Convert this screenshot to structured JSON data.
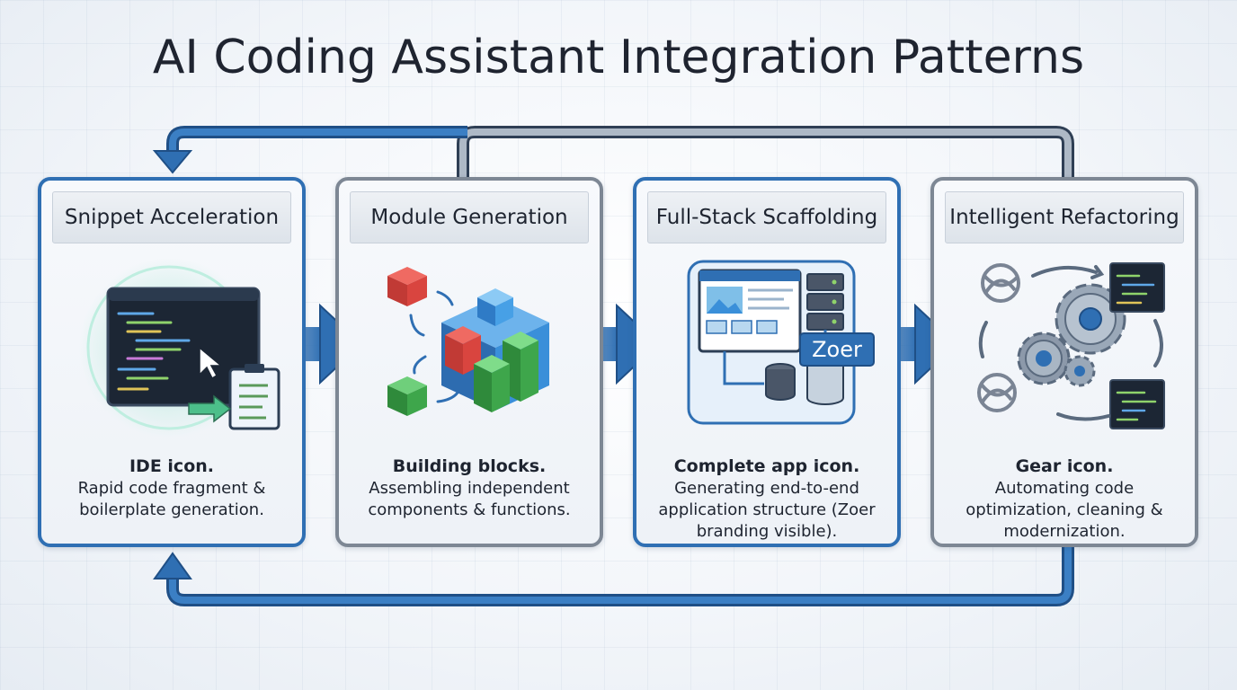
{
  "title": "AI Coding Assistant Integration Patterns",
  "colors": {
    "accent_blue": "#2f6fb3",
    "frame_grey": "#7d8794",
    "red_block": "#d9453f",
    "blue_block": "#3a8fd9",
    "green_block": "#3ea64b"
  },
  "patterns": [
    {
      "heading": "Snippet Acceleration",
      "icon": "ide-icon",
      "lead": "IDE icon.",
      "description": "Rapid code fragment & boilerplate generation."
    },
    {
      "heading": "Module Generation",
      "icon": "building-blocks-icon",
      "lead": "Building blocks.",
      "description": "Assembling independent components & functions."
    },
    {
      "heading": "Full-Stack Scaffolding",
      "icon": "complete-app-icon",
      "lead": "Complete app icon.",
      "description": "Generating end-to-end application structure (Zoer branding visible).",
      "brand_label": "Zoer"
    },
    {
      "heading": "Intelligent Refactoring",
      "icon": "gear-icon",
      "lead": "Gear icon.",
      "description": "Automating code optimization, cleaning & modernization."
    }
  ]
}
